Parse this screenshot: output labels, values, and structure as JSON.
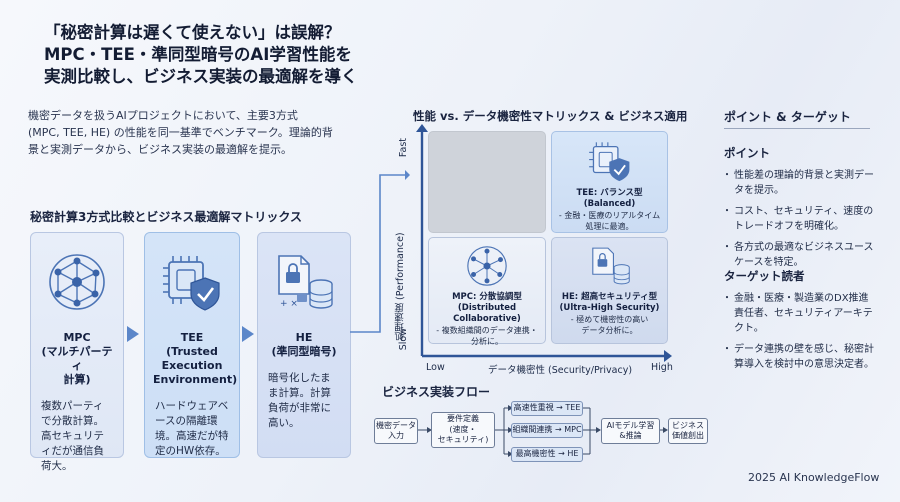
{
  "title": {
    "line1": "「秘密計算は遅くて使えない」は誤解？",
    "line2": "MPC・TEE・準同型暗号のAI学習性能を",
    "line3": "実測比較し、ビジネス実装の最適解を導く"
  },
  "intro": {
    "line1": "機密データを扱うAIプロジェクトにおいて、主要3方式",
    "line2": "(MPC, TEE, HE) の性能を同一基準でベンチマーク。理論的背",
    "line3": "景と実測データから、ビジネス実装の最適解を提示。"
  },
  "matrix_section": {
    "title": "秘密計算3方式比較とビジネス最適解マトリックス",
    "cards": [
      {
        "name_line1": "MPC",
        "name_line2": "(マルチパーティ",
        "name_line3": "計算)",
        "desc": "複数パーティで分散計算。高セキュリティだが通信負荷大。",
        "icon": "network-nodes-icon"
      },
      {
        "name_line1": "TEE",
        "name_line2": "(Trusted Execution",
        "name_line3": "Environment)",
        "desc": "ハードウェアベースの隔離環境。高速だが特定のHW依存。",
        "icon": "chip-shield-icon"
      },
      {
        "name_line1": "HE",
        "name_line2": "(準同型暗号)",
        "name_line3": "",
        "desc": "暗号化したまま計算。計算負荷が非常に高い。",
        "icon": "encrypted-file-database-icon"
      }
    ]
  },
  "perf_matrix": {
    "title": "性能 vs. データ機密性マトリックス & ビジネス適用",
    "y_axis": "処理速度 (Performance)",
    "y_fast": "Fast",
    "y_slow": "Slow",
    "x_axis": "データ機密性 (Security/Privacy)",
    "x_low": "Low",
    "x_high": "High",
    "quadrants": {
      "tee": {
        "title": "TEE: バランス型 (Balanced)",
        "desc1": "- 金融・医療のリアルタイム",
        "desc2": "処理に最適。"
      },
      "mpc": {
        "title1": "MPC: 分散協調型",
        "title2": "(Distributed Collaborative)",
        "desc1": "- 複数組織間のデータ連携・",
        "desc2": "分析に。"
      },
      "he": {
        "title1": "HE: 超高セキュリティ型",
        "title2": "(Ultra-High Security)",
        "desc1": "- 極めて機密性の高い",
        "desc2": "データ分析に。"
      }
    }
  },
  "flow": {
    "title": "ビジネス実装フロー",
    "input_line1": "機密データ",
    "input_line2": "入力",
    "req_line1": "要件定義",
    "req_line2": "(速度・",
    "req_line3": "セキュリティ)",
    "branch_tee": "高速性重視 → TEE",
    "branch_mpc": "組織間連携 → MPC",
    "branch_he": "最高機密性 → HE",
    "ai_line1": "AIモデル学習",
    "ai_line2": "&推論",
    "value_line1": "ビジネス",
    "value_line2": "価値創出"
  },
  "right_panel": {
    "title": "ポイント & ターゲット",
    "points_heading": "ポイント",
    "points": [
      "性能差の理論的背景と実測データを提示。",
      "コスト、セキュリティ、速度のトレードオフを明確化。",
      "各方式の最適なビジネスユースケースを特定。"
    ],
    "target_heading": "ターゲット読者",
    "targets": [
      "金融・医療・製造業のDX推進責任者、セキュリティアーキテクト。",
      "データ連携の壁を感じ、秘密計算導入を検討中の意思決定者。"
    ]
  },
  "footer": "2025 AI KnowledgeFlow",
  "colors": {
    "accent": "#5b86c9",
    "card_border": "#b9c7e2",
    "text": "#1d2a44"
  }
}
